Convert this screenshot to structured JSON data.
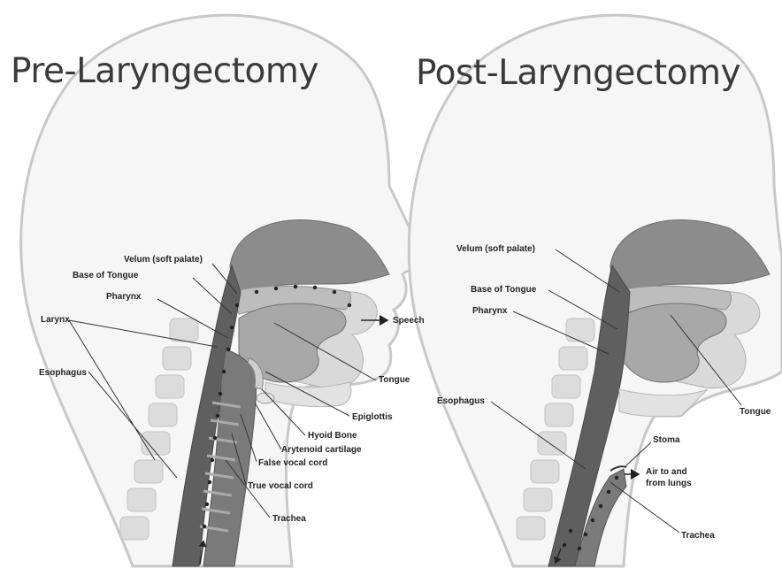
{
  "left_panel": {
    "title": "Pre-Laryngectomy",
    "labels": {
      "velum": "Velum (soft palate)",
      "base_of_tongue": "Base of Tongue",
      "pharynx": "Pharynx",
      "larynx": "Larynx",
      "esophagus": "Esophagus",
      "speech": "Speech",
      "tongue": "Tongue",
      "epiglottis": "Epiglottis",
      "hyoid_bone": "Hyoid Bone",
      "arytenoid": "Arytenoid cartilage",
      "false_vocal_cord": "False vocal cord",
      "true_vocal_cord": "True vocal cord",
      "trachea": "Trachea"
    }
  },
  "right_panel": {
    "title": "Post-Laryngectomy",
    "labels": {
      "velum": "Velum (soft palate)",
      "base_of_tongue": "Base of Tongue",
      "pharynx": "Pharynx",
      "esophagus": "Esophagus",
      "tongue": "Tongue",
      "stoma": "Stoma",
      "air_line1": "Air to and",
      "air_line2": "from lungs",
      "trachea": "Trachea"
    }
  },
  "colors": {
    "outline": "#c8c8c8",
    "head_fill": "#f6f6f6",
    "tissue_dark": "#6e6e6e",
    "tissue_mid": "#9a9a9a",
    "tissue_light": "#cfcfcf",
    "vertebra": "#dcdcdc",
    "leader_line": "#333333"
  }
}
